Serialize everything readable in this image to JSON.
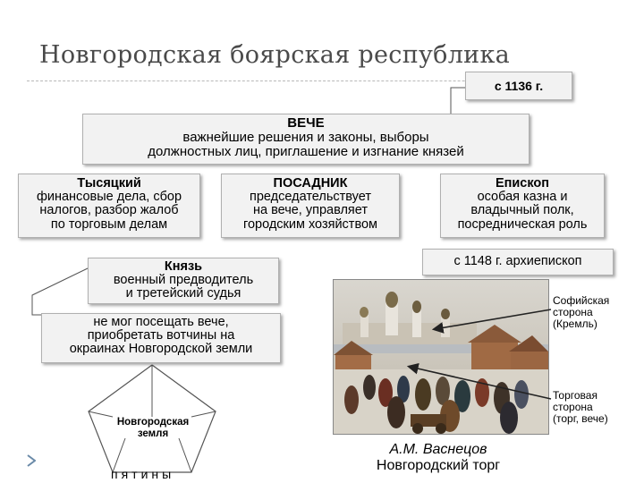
{
  "title": "Новгородская боярская республика",
  "date_badge": "с 1136 г.",
  "veche": {
    "heading": "ВЕЧЕ",
    "line1": "важнейшие решения и законы, выборы",
    "line2": "должностных лиц, приглашение и изгнание князей"
  },
  "tysyatsky": {
    "heading": "Тысяцкий",
    "line1": "финансовые дела, сбор",
    "line2": "налогов, разбор жалоб",
    "line3": "по торговым делам"
  },
  "posadnik": {
    "heading": "ПОСАДНИК",
    "line1": "председательствует",
    "line2": "на вече, управляет",
    "line3": "городским хозяйством"
  },
  "episkop": {
    "heading": "Епископ",
    "line1": "особая казна и",
    "line2": "владычный полк,",
    "line3": "посредническая роль"
  },
  "archbishop": "с 1148 г. архиепископ",
  "knyaz": {
    "heading": "Князь",
    "line1": "военный предводитель",
    "line2": "и третейский судья"
  },
  "prince_restrictions": {
    "line1": "не мог посещать вече,",
    "line2": "приобретать вотчины на",
    "line3": "окраинах Новгородской земли"
  },
  "pentagon": {
    "label_line1": "Новгородская",
    "label_line2": "земля",
    "pyatiny": "пятины"
  },
  "sofia_side": {
    "line1": "Софийская",
    "line2": "сторона",
    "line3": "(Кремль)"
  },
  "trade_side": {
    "line1": "Торговая",
    "line2": "сторона",
    "line3": "(торг, вече)"
  },
  "painting_caption": {
    "author": "А.М. Васнецов",
    "work": "Новгородский торг"
  },
  "colors": {
    "box_fill": "#f2f2f2",
    "box_border": "#b0b0b0",
    "connector": "#555555",
    "title_text": "#4a4a4a"
  }
}
